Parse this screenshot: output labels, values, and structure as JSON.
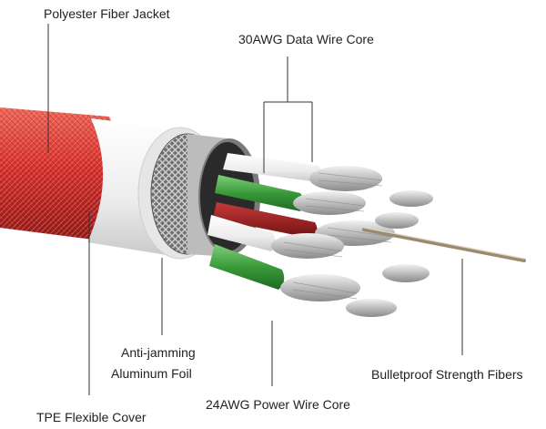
{
  "labels": {
    "jacket": "Polyester Fiber Jacket",
    "data_core": "30AWG Data Wire Core",
    "foil_line1": "Anti-jamming",
    "foil_line2": "Aluminum Foil",
    "tpe": "TPE Flexible Cover",
    "power_core": "24AWG Power Wire Core",
    "fibers": "Bulletproof Strength Fibers"
  },
  "colors": {
    "jacket_red": "#d8302c",
    "tpe_white": "#f2f2f2",
    "braid_gray": "#8a8a8a",
    "green_insulation": "#3a9a3a",
    "red_insulation": "#a81f1f",
    "white_insulation": "#f4f4f4",
    "copper_silver": "#c8c8c8",
    "fiber_tan": "#b9a98c"
  }
}
